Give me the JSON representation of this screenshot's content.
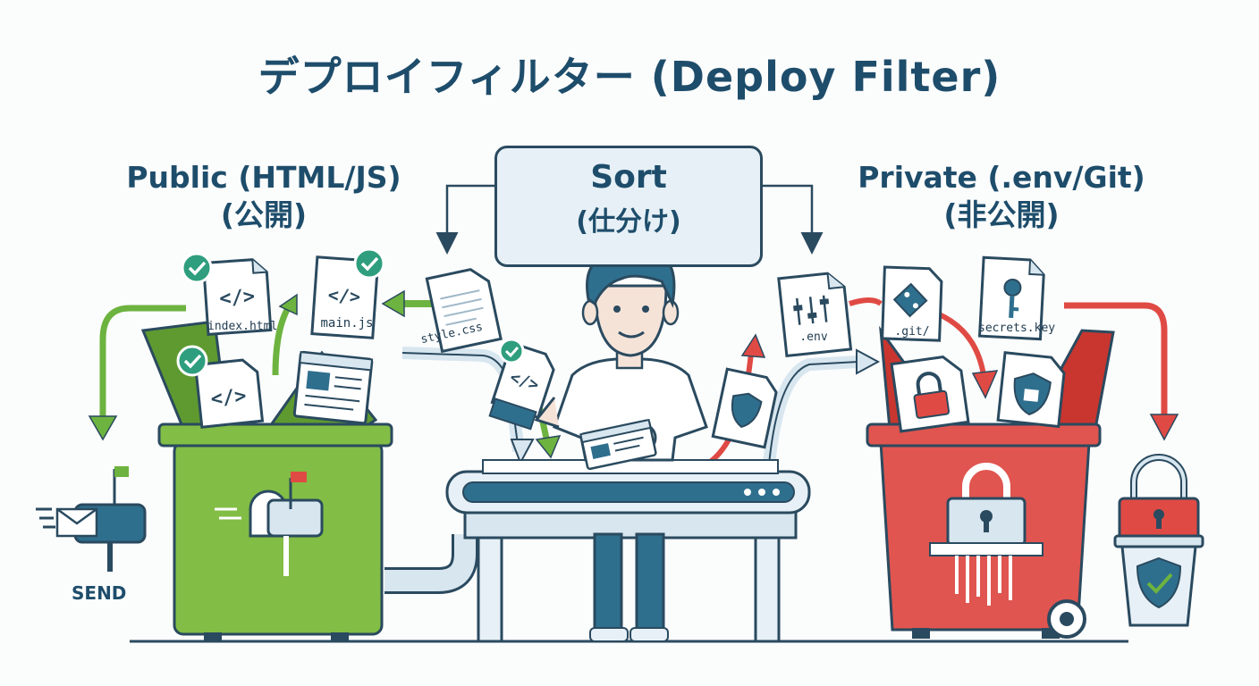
{
  "title": "デプロイフィルター (Deploy Filter)",
  "public": {
    "title": "Public (HTML/JS)",
    "subtitle": "(公開)"
  },
  "private": {
    "title": "Private (.env/Git)",
    "subtitle": "(非公開)"
  },
  "sort": {
    "title": "Sort",
    "subtitle": "(仕分け)"
  },
  "files": {
    "index": "index.html",
    "main": "main.js",
    "style": "style.css",
    "env": ".env",
    "git": ".git/",
    "secrets": "secrets.key"
  },
  "send_label": "SEND",
  "colors": {
    "public": "#7cb342",
    "private": "#e04a44",
    "ink": "#1e4d6b",
    "check": "#2e9e7e"
  }
}
